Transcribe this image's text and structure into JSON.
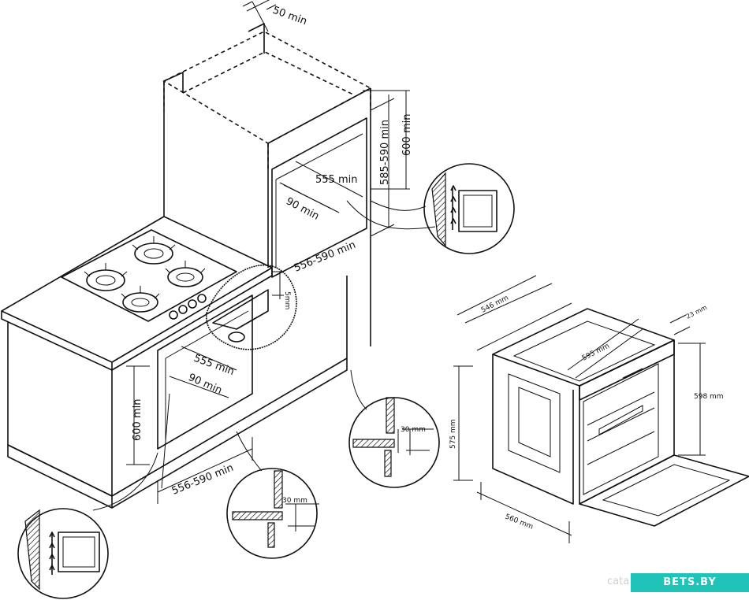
{
  "cabinet": {
    "top_gap": "50 min",
    "niche_height": "585-590 min",
    "total_height": "600 min",
    "niche_depth": "555 min",
    "rear_gap": "90 min",
    "niche_width": "556-590 min",
    "hob_gap": "5mm"
  },
  "under_counter": {
    "niche_depth": "555 min",
    "rear_gap": "90 min",
    "niche_height": "600 min",
    "niche_width": "556-590 min"
  },
  "details": {
    "side_gap_right": "30 mm",
    "side_gap_left": "30 mm"
  },
  "appliance": {
    "depth": "546 mm",
    "width": "595 mm",
    "front_depth": "23 mm",
    "height": "598 mm",
    "body_height": "575 mm",
    "body_width": "560 mm"
  },
  "watermark": {
    "left_text": "cata",
    "badge_text": "BETS.BY",
    "badge_color": "#1fc3b7"
  }
}
